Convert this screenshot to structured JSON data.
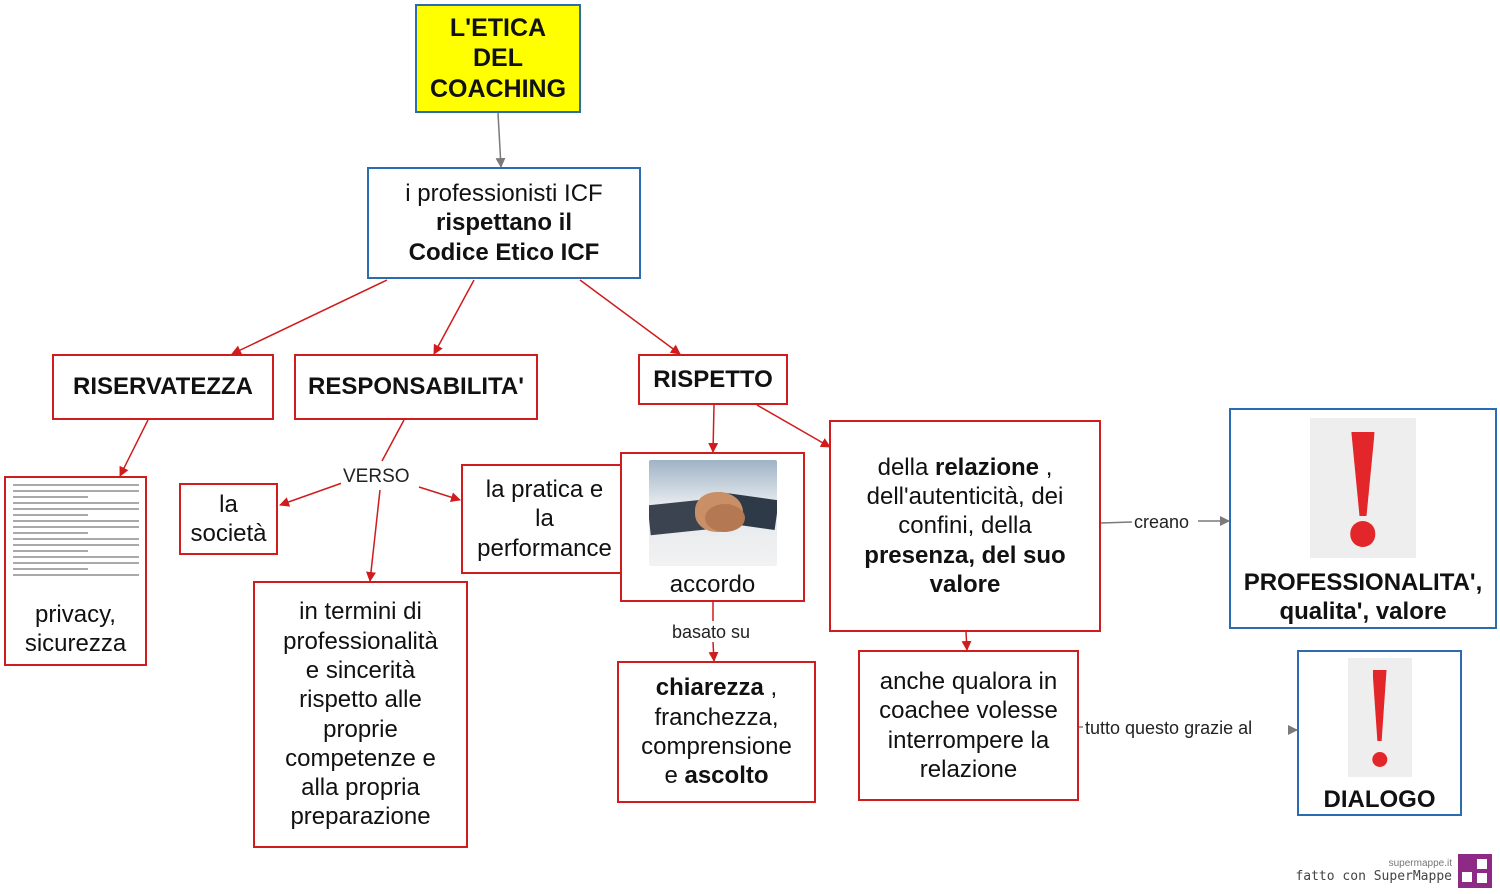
{
  "nodes": {
    "root": {
      "lines": [
        "L'ETICA",
        "DEL",
        "COACHING"
      ]
    },
    "icf": {
      "line1": "i professionisti ICF",
      "line2": "rispettano  il",
      "line3": "Codice  Etico ICF"
    },
    "riservatezza": "RISERVATEZZA",
    "responsabilita": "RESPONSABILITA'",
    "rispetto": "RISPETTO",
    "privacy": {
      "line1": "privacy,",
      "line2": "sicurezza"
    },
    "societa": {
      "line1": "la",
      "line2": "società"
    },
    "pratica": {
      "line1": "la pratica e",
      "line2": "la",
      "line3": "performance"
    },
    "termini": {
      "lines": [
        "in termini di",
        "professionalità",
        "e sincerità",
        "rispetto alle",
        "proprie",
        "competenze e",
        "alla propria",
        "preparazione"
      ]
    },
    "accordo": "accordo",
    "chiarezza": {
      "bold1": "chiarezza",
      "rest1": " ,",
      "line2": "franchezza,",
      "line3": "comprensione",
      "pre4": "e ",
      "bold4": "ascolto"
    },
    "relazione": {
      "pre1": "della ",
      "bold1": "relazione",
      "post1": " ,",
      "line2": "dell'autenticità, dei",
      "line3": "confini, della",
      "line4": "presenza,  del suo",
      "line5": "valore"
    },
    "qualora": {
      "lines": [
        "anche qualora in",
        "coachee volesse",
        "interrompere la",
        "relazione"
      ]
    },
    "professionalita": {
      "line1": "PROFESSIONALITA',",
      "line2": "qualita',  valore"
    },
    "dialogo": "DIALOGO"
  },
  "edge_labels": {
    "verso": "VERSO",
    "basato_su": "basato su",
    "creano": "creano",
    "tutto_questo": "tutto  questo  grazie  al"
  },
  "footer": {
    "site": "supermappe.it",
    "made_with": "fatto con SuperMappe"
  },
  "colors": {
    "concept_border_red": "#d01c1c",
    "concept_border_blue": "#2b6cb0",
    "root_fill": "#ffff00",
    "edge_red": "#d01c1c",
    "edge_gray": "#7a7a7a"
  },
  "icons": [
    "document-icon",
    "handshake-icon",
    "exclamation-icon",
    "exclamation-icon",
    "supermappe-logo-icon"
  ]
}
